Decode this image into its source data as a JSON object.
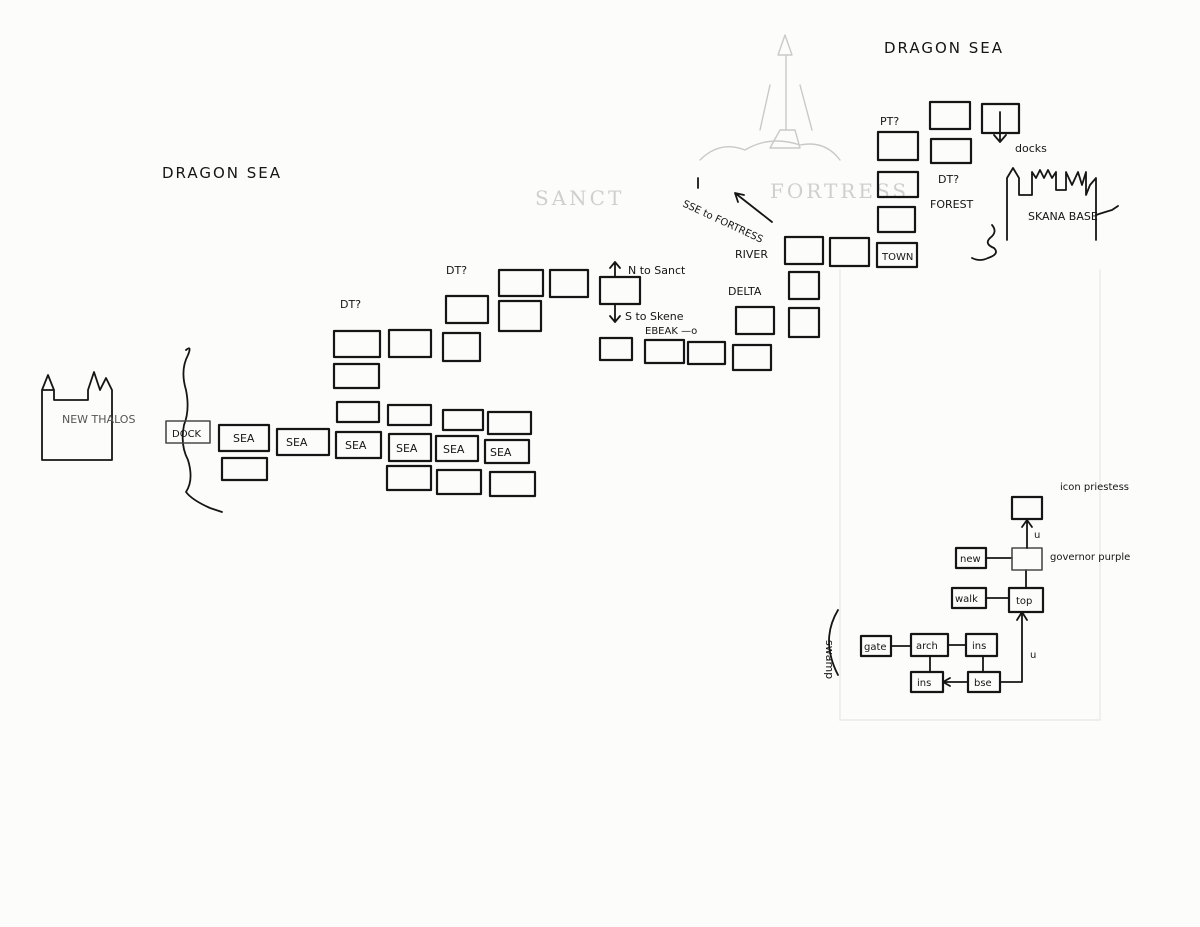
{
  "labels": {
    "dragon_sea_top": "DRAGON SEA",
    "dragon_sea_left": "DRAGON SEA",
    "new_thalos": "NEW THALOS",
    "dock": "DOCK",
    "sea1": "SEA",
    "sea2": "SEA",
    "sea3": "SEA",
    "sea4": "SEA",
    "sea5": "SEA",
    "sea6": "SEA",
    "dt1": "DT?",
    "dt2": "DT?",
    "dt3": "DT?",
    "pt": "PT?",
    "n_to_sanct": "N to Sanct",
    "s_to_skene": "S to Skene",
    "ebeak": "EBEAK —o",
    "delta": "DELTA",
    "river": "RIVER",
    "sanct_ghost": "SANCT",
    "fortress_ghost": "FORTRESS",
    "sse_to_fortress": "SSE to FORTRESS",
    "forest": "FOREST",
    "town": "TOWN",
    "docks": "docks",
    "skana_base": "SKANA BASE",
    "swamp": "swamp",
    "gate": "gate",
    "arch": "arch",
    "ins1": "ins",
    "ins2": "ins",
    "bse": "bse",
    "walk": "walk",
    "top": "top",
    "new": "new",
    "governor": "governor purple",
    "icon_priestess": "icon priestess",
    "u1": "u",
    "u2": "u"
  }
}
